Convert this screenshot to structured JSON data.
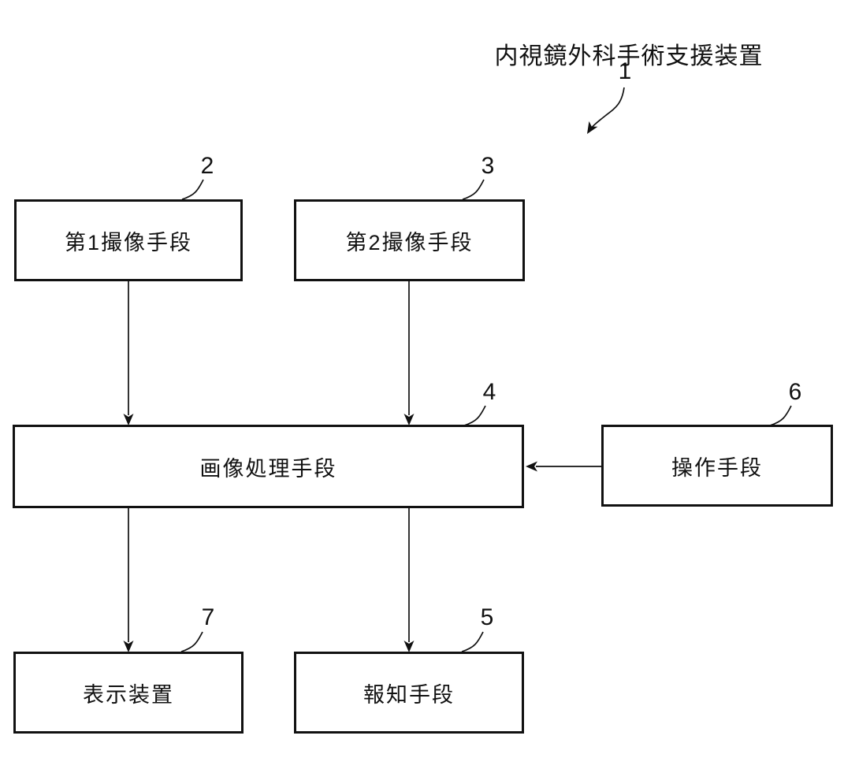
{
  "diagram": {
    "title": "内視鏡外科手術支援装置",
    "title_ref": "1",
    "boxes": [
      {
        "id": "first-imaging",
        "label": "第1撮像手段",
        "ref": "2"
      },
      {
        "id": "second-imaging",
        "label": "第2撮像手段",
        "ref": "3"
      },
      {
        "id": "image-processing",
        "label": "画像処理手段",
        "ref": "4"
      },
      {
        "id": "operation",
        "label": "操作手段",
        "ref": "6"
      },
      {
        "id": "display",
        "label": "表示装置",
        "ref": "7"
      },
      {
        "id": "notification",
        "label": "報知手段",
        "ref": "5"
      }
    ],
    "connections": [
      {
        "from": "first-imaging",
        "to": "image-processing"
      },
      {
        "from": "second-imaging",
        "to": "image-processing"
      },
      {
        "from": "image-processing",
        "to": "display"
      },
      {
        "from": "image-processing",
        "to": "notification"
      },
      {
        "from": "operation",
        "to": "image-processing"
      }
    ],
    "colors": {
      "line": "#111111",
      "box_border": "#111111",
      "box_fill": "#ffffff",
      "background": "#ffffff"
    }
  }
}
